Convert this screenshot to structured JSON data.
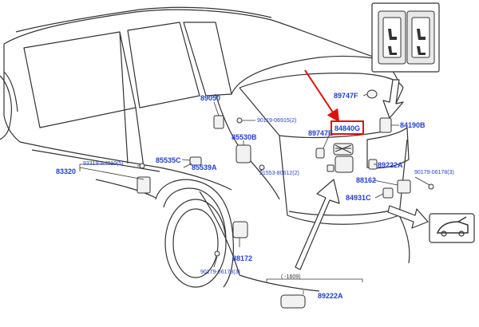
{
  "colors": {
    "line": "#333333",
    "label": "#1f3fd1",
    "highlight": "#e01010",
    "background": "#ffffff"
  },
  "labels": {
    "p89050": "89050",
    "p90119": "90119-06915(2)",
    "p85530B": "85530B",
    "p93319": "93319-A4010(5)",
    "p83320": "83320",
    "p85535C": "85535C",
    "p85539A": "85539A",
    "p91553": "91553-80612(2)",
    "p89747F": "89747F",
    "p84840G": "84840G",
    "p84190B": "84190B",
    "p89747E": "89747E",
    "p89222A_top": "89222A",
    "p88162": "88162",
    "p90179_right": "90179-06178(3)",
    "p84931C": "84931C",
    "p88172": "88172",
    "p90179_bottom": "90179-06178(3)",
    "date_note": "( -1609)",
    "p89222A_bottom": "89222A"
  },
  "icons": {
    "seat_switch": "seat-switch-panel-icon",
    "tailgate": "power-tailgate-icon"
  }
}
